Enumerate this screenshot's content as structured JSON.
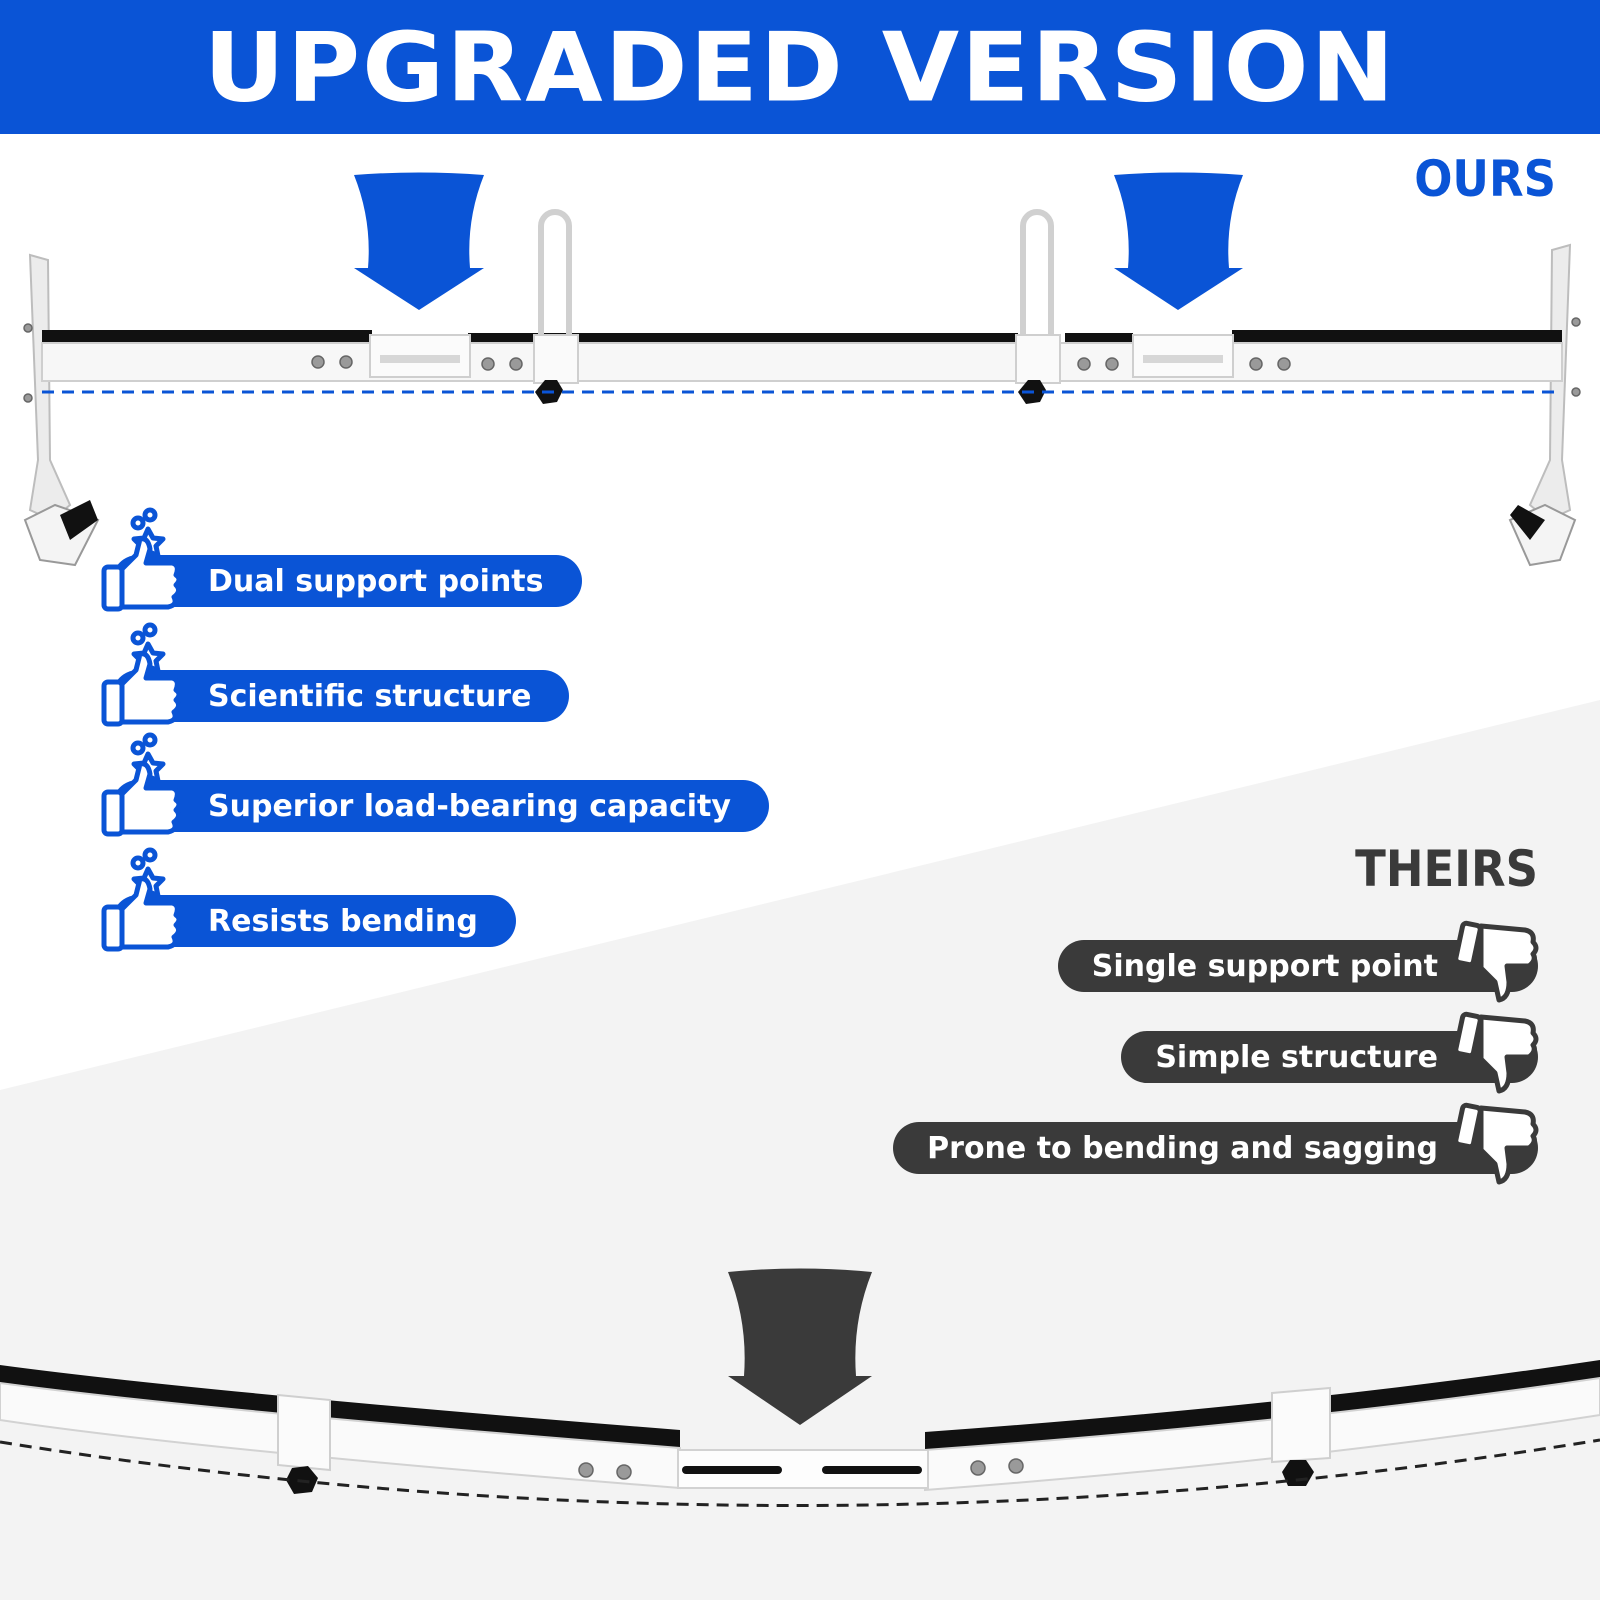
{
  "banner": {
    "title": "UPGRADED VERSION"
  },
  "ours": {
    "label": "OURS",
    "features": [
      "Dual support points",
      "Scientific structure",
      "Superior load-bearing capacity",
      "Resists bending"
    ]
  },
  "theirs": {
    "label": "THEIRS",
    "features": [
      "Single support point",
      "Simple structure",
      "Prone to bending and sagging"
    ]
  },
  "colors": {
    "brand_blue": "#0a54d6",
    "dark_gray": "#3a3a3a",
    "panel_gray": "#f3f3f3"
  },
  "icons": {
    "ours_feature": "thumbs-up-star-icon",
    "theirs_feature": "thumbs-down-icon",
    "arrow": "down-arrow-icon"
  }
}
